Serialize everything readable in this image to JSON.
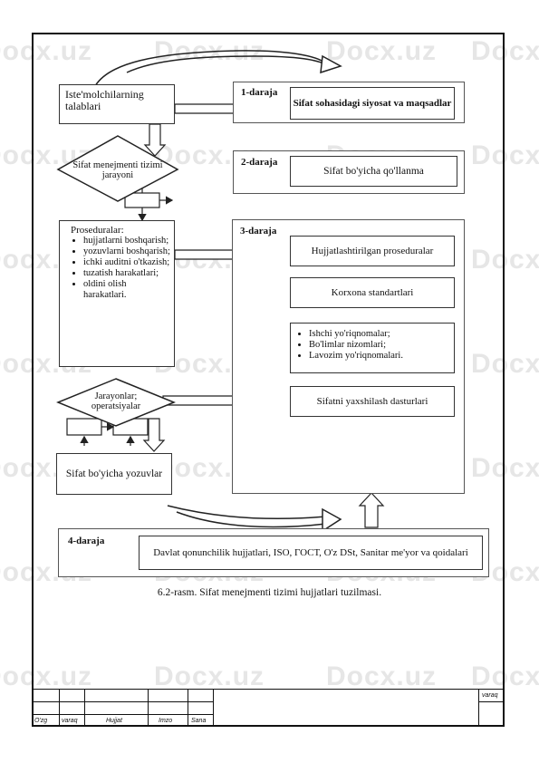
{
  "watermark": "Docx.uz",
  "left_column": {
    "requirements": "Iste'molchilarning talablari",
    "process_diamond": "Sifat menejmenti tizimi jarayoni",
    "procedures": {
      "heading": "Proseduralar:",
      "items": [
        "hujjatlarni boshqarish;",
        "yozuvlarni boshqarish;",
        "ichki auditni o'tkazish;",
        "tuzatish harakatlari;",
        "oldini olish harakatlari."
      ]
    },
    "operations_diamond": "Jarayonlar; operatsiyalar",
    "records": "Sifat bo'yicha yozuvlar"
  },
  "levels": [
    {
      "label": "1-daraja",
      "boxes": [
        "Sifat sohasidagi siyosat va maqsadlar"
      ]
    },
    {
      "label": "2-daraja",
      "boxes": [
        "Sifat bo'yicha qo'llanma"
      ]
    },
    {
      "label": "3-daraja",
      "boxes": [
        "Hujjatlashtirilgan proseduralar",
        "Korxona standartlari",
        "Sifatni yaxshilash dasturlari"
      ],
      "list_box": [
        "Ishchi yo'riqnomalar;",
        "Bo'limlar nizomlari;",
        "Lavozim yo'riqnomalari."
      ]
    },
    {
      "label": "4-daraja",
      "boxes": [
        "Davlat qonunchilik hujjatlari, ISO, ГОСТ, O'z DSt, Sanitar me'yor va qoidalari"
      ]
    }
  ],
  "caption": "6.2-rasm. Sifat menejmenti tizimi hujjatlari tuzilmasi.",
  "title_block": {
    "columns": [
      "O'zg",
      "varaq",
      "Hujjat",
      "Imzo",
      "Sana"
    ],
    "sheet_label": "varaq"
  }
}
